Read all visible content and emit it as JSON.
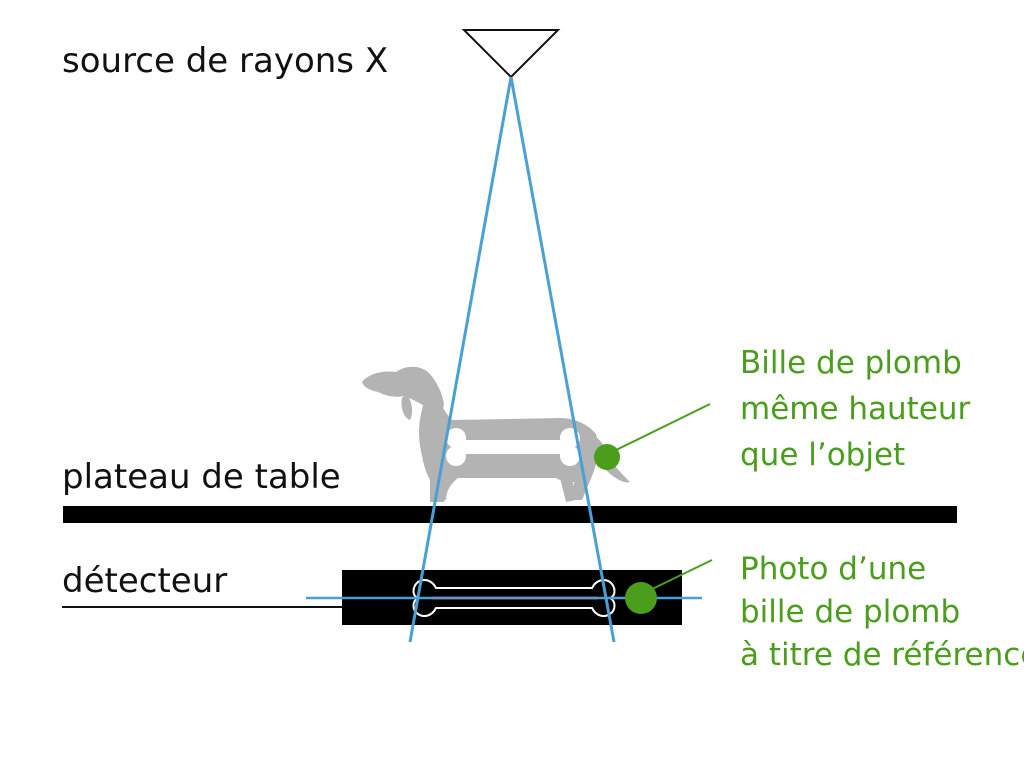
{
  "labels": {
    "source": "source de rayons X",
    "table": "plateau de table",
    "detector": "détecteur",
    "ball_lines": [
      "Bille de plomb",
      "même hauteur",
      "que l’objet"
    ],
    "photo_lines": [
      "Photo d’une",
      "bille de plomb",
      "à titre de référence"
    ]
  },
  "colors": {
    "beam": "#4a9fd5",
    "green": "#4a9e1c",
    "dog": "#b3b3b3",
    "measure": "#e0261b",
    "table": "#000000",
    "detector": "#000000",
    "text": "#111111"
  },
  "icons": {
    "source": "x-ray-source-triangle-icon",
    "dog": "dachshund-silhouette-icon",
    "bone": "bone-icon",
    "ball": "lead-ball-icon"
  }
}
